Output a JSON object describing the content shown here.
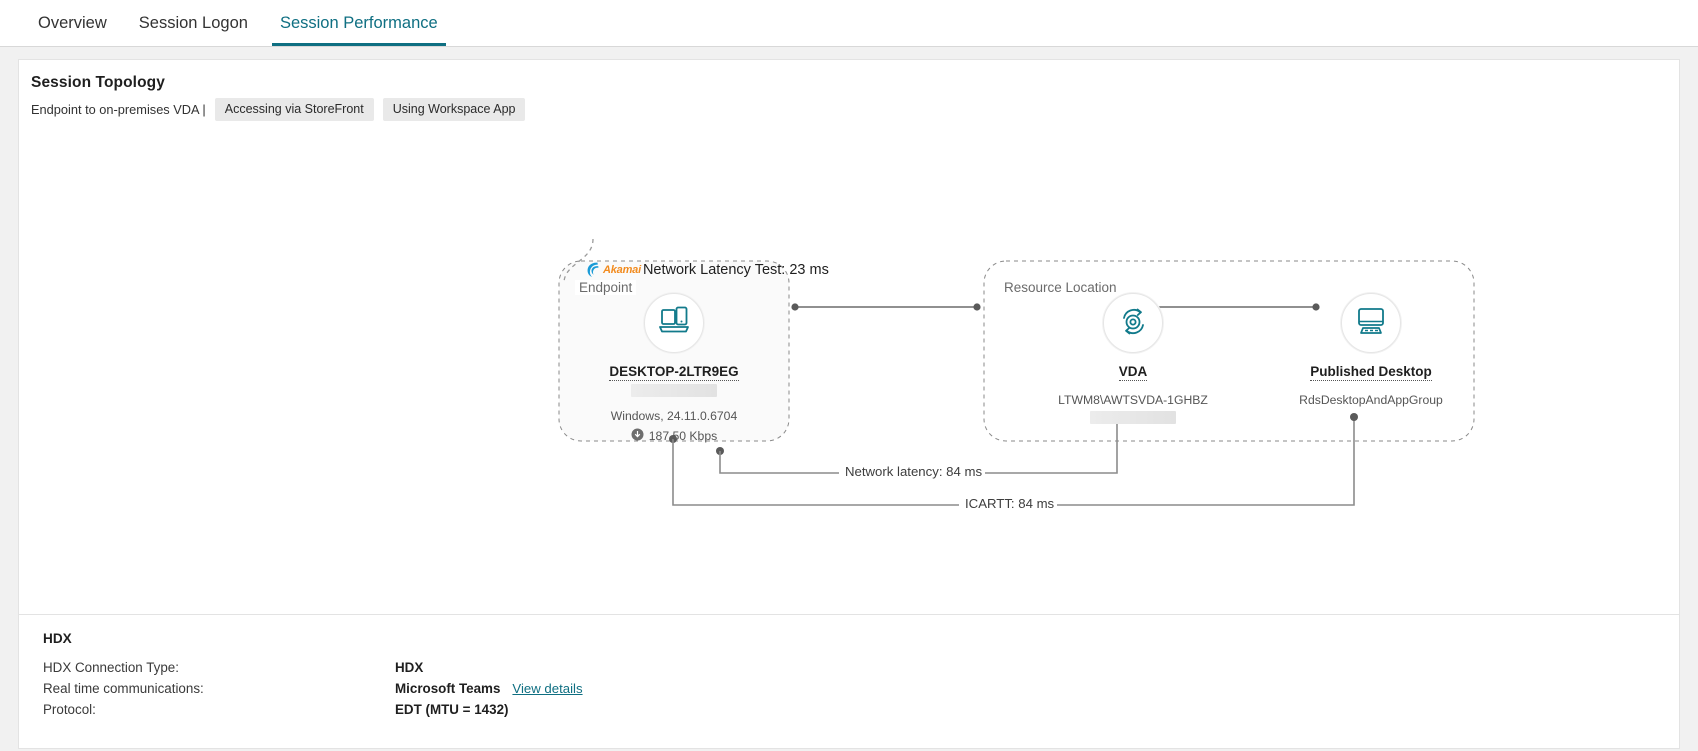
{
  "tabs": [
    {
      "label": "Overview",
      "active": false
    },
    {
      "label": "Session Logon",
      "active": false
    },
    {
      "label": "Session Performance",
      "active": true
    }
  ],
  "card": {
    "title": "Session Topology",
    "subtitle": "Endpoint to on-premises VDA |",
    "chips": [
      "Accessing via StoreFront",
      "Using Workspace App"
    ]
  },
  "topology": {
    "akamai": {
      "brand": "Akamai",
      "text": "Network Latency Test: 23 ms"
    },
    "zones": {
      "endpoint": "Endpoint",
      "resource": "Resource Location"
    },
    "nodes": {
      "endpoint": {
        "name": "DESKTOP-2LTR9EG",
        "os": "Windows, 24.11.0.6704",
        "bandwidth": "187.50 Kbps",
        "icon": "laptop-phone-icon"
      },
      "vda": {
        "name": "VDA",
        "host": "LTWM8\\AWTSVDA-1GHBZ",
        "icon": "vda-icon"
      },
      "published": {
        "name": "Published Desktop",
        "group": "RdsDesktopAndAppGroup",
        "icon": "monitor-icon"
      }
    },
    "links": {
      "network_latency": "Network latency: 84 ms",
      "icartt": "ICARTT: 84 ms"
    }
  },
  "hdx": {
    "title": "HDX",
    "rows": [
      {
        "key": "HDX Connection Type:",
        "value": "HDX",
        "link": ""
      },
      {
        "key": "Real time communications:",
        "value": "Microsoft Teams",
        "link": "View details"
      },
      {
        "key": "Protocol:",
        "value": "EDT (MTU = 1432)",
        "link": ""
      }
    ]
  },
  "colors": {
    "accent": "#0f6f82",
    "icon_teal": "#117a8b",
    "chip_bg": "#e9e9e9",
    "akamai_orange": "#f28b1e",
    "akamai_blue": "#1a9bd7"
  }
}
